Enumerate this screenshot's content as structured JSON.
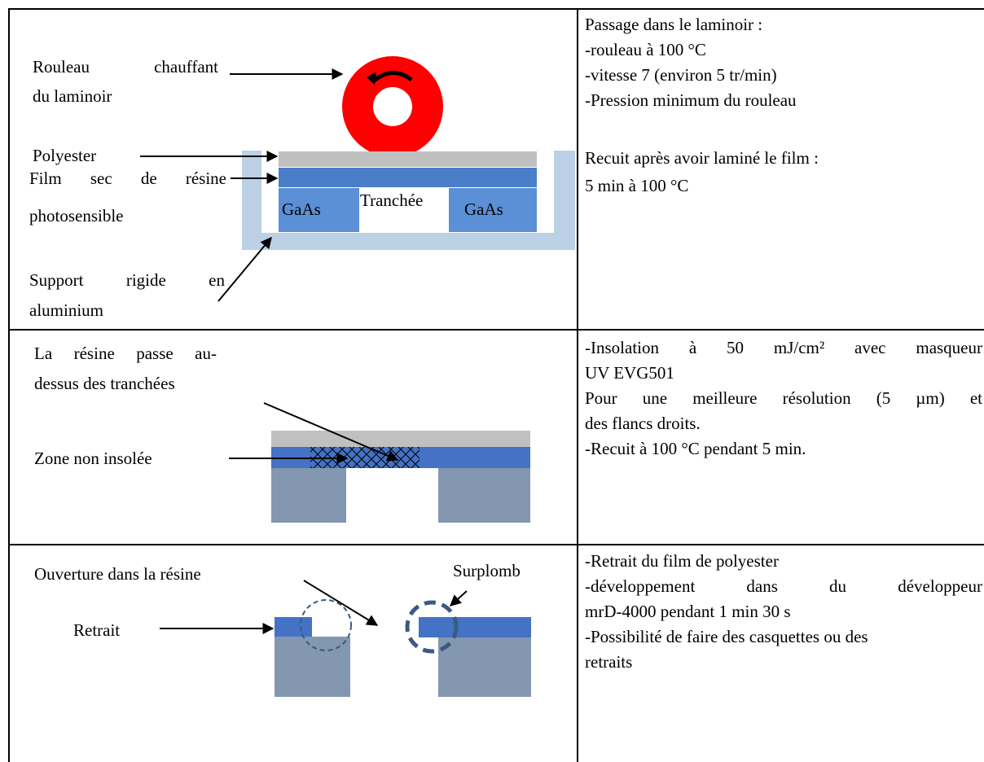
{
  "rows": [
    {
      "right_lines": [
        "Passage dans le laminoir :",
        "-rouleau à 100 °C",
        "-vitesse 7 (environ 5 tr/min)",
        "-Pression minimum du rouleau",
        "",
        "Recuit après avoir laminé le film :",
        "5 min à 100 °C"
      ],
      "labels": {
        "roller": [
          "Rouleau chauffant",
          "du laminoir"
        ],
        "polyester": "Polyester",
        "film": [
          "Film sec de résine",
          "photosensible"
        ],
        "support": [
          "Support rigide en",
          "aluminium"
        ],
        "gaas_left": "GaAs",
        "trench": "Tranchée",
        "gaas_right": "GaAs"
      }
    },
    {
      "right_lines": [
        "-Insolation à 50 mJ/cm² avec masqueur",
        "UV EVG501",
        "Pour une meilleure résolution (5 µm) et",
        "des flancs droits.",
        "-Recuit à 100 °C pendant 5 min."
      ],
      "labels": {
        "resin_over": [
          "La résine passe au-",
          "dessus des tranchées"
        ],
        "zone": "Zone non insolée"
      }
    },
    {
      "right_lines": [
        "-Retrait du film de polyester",
        "-développement dans du développeur",
        "mrD-4000 pendant 1 min 30 s",
        "-Possibilité de faire des casquettes ou des",
        "retraits"
      ],
      "labels": {
        "opening": "Ouverture dans la résine",
        "overhang": "Surplomb",
        "retreat": "Retrait"
      }
    }
  ],
  "colors": {
    "roller": "#ff0000",
    "polyester": "#c0c0c0",
    "resin": "#4a7ec8",
    "resin_dark": "#4472c4",
    "gaas": "#5b8fd6",
    "support": "#bcd0e6",
    "substrate": "#8497b0",
    "circle": "#3a5a80"
  }
}
